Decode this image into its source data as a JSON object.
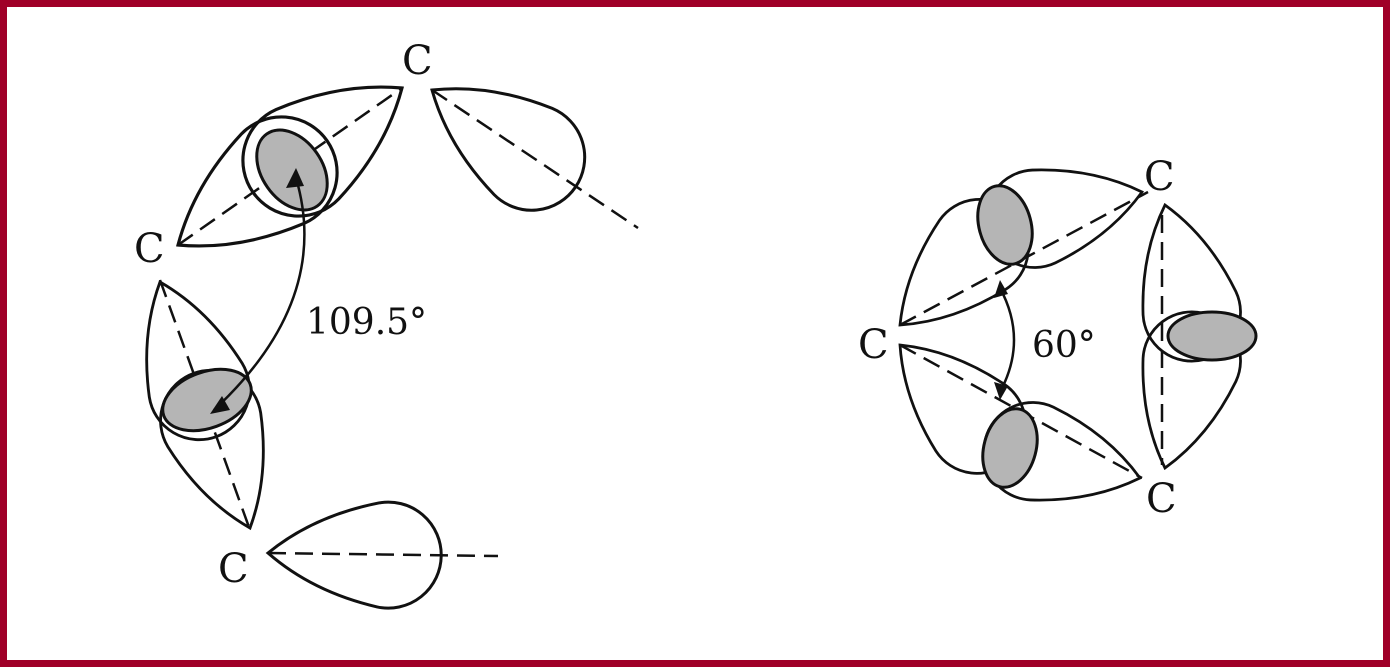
{
  "diagram": {
    "left_figure": {
      "carbon_labels": [
        "C",
        "C",
        "C"
      ],
      "angle_label": "109.5°"
    },
    "right_figure": {
      "carbon_labels": [
        "C",
        "C",
        "C"
      ],
      "angle_label": "60°"
    },
    "colors": {
      "border": "#a00028",
      "line": "#111111",
      "overlap_shading": "#b5b5b5"
    }
  }
}
